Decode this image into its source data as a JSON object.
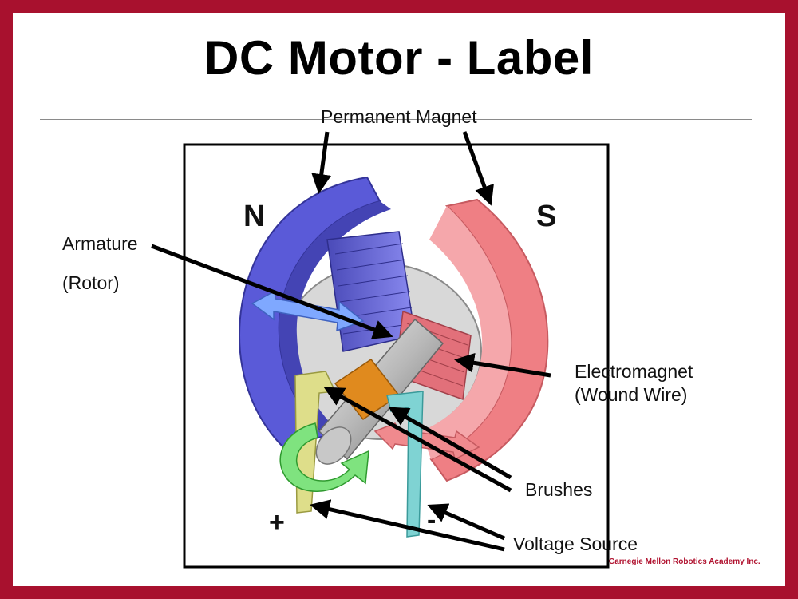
{
  "title": "DC Motor - Label",
  "labels": {
    "permanent_magnet": "Permanent Magnet",
    "armature": "Armature",
    "rotor": "(Rotor)",
    "electromagnet": "Electromagnet",
    "wound_wire": "(Wound Wire)",
    "brushes": "Brushes",
    "voltage_source": "Voltage Source"
  },
  "poles": {
    "north": "N",
    "south": "S"
  },
  "terminals": {
    "positive": "+",
    "negative": "-"
  },
  "credit": "Carnegie Mellon Robotics Academy Inc.",
  "colors": {
    "frame": "#a8112e",
    "north_magnet": "#5a5ad8",
    "south_magnet": "#ef7f84",
    "commutator": "#e08a1e",
    "positive_brush": "#dede8a",
    "negative_brush": "#7fd3d3",
    "rotation_arrow": "#7fe37f",
    "credit_text": "#b0122f"
  }
}
